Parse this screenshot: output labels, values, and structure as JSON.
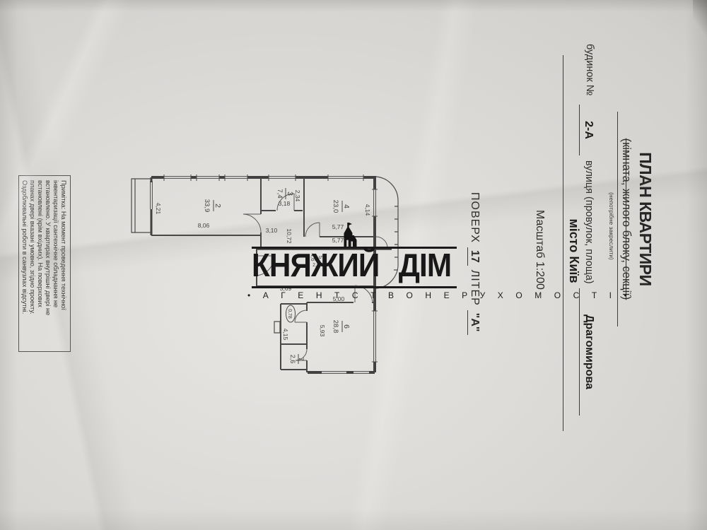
{
  "form": {
    "title": "ПЛАН КВАРТИРИ",
    "subtitle": "(кімната, жилого блоку, секції)",
    "subtitle_note": "(непотрібне закреслити)",
    "building_label": "будинок №",
    "building_value": "2-А",
    "street_label": "вулиця (провулок, площа)",
    "street_value": "Драгомирова",
    "city_value": "місто Київ",
    "scale_text": "Масштаб 1:200",
    "floor_label": "ПОВЕРХ",
    "floor_value": "17",
    "liter_label": "ЛІТЕР",
    "liter_value": "\"А\""
  },
  "watermark": {
    "brand": "КНЯЖИЙ ДІМ",
    "tagline": "• А Г Е Н Т С Т В О   Н Е Р У Х О М О С Т І •",
    "icon": "castle-icon",
    "color": "#1a1a1a"
  },
  "note": {
    "lines": [
      "Примітка: На момент проведення технічної",
      "інвентаризації сантехнічне обладнання не",
      "встановлено. У квартирах внутрішні двері не",
      "встановлені (крім вхідних). На поверхових",
      "планах двері вказані умовно, згідно проекту.",
      "Оздоблювальні роботи в санвузлах відсутні."
    ]
  },
  "floor_plan": {
    "rooms": [
      {
        "number": "2",
        "area": "33,9",
        "dim_width": "4,21",
        "dim_length": "8,06"
      },
      {
        "number": "3",
        "area": "7,4",
        "dim_width": "2,34",
        "dim_length": "3,18"
      },
      {
        "number": "4",
        "area": "23,0",
        "dim_width": "4,14",
        "dim_length": "5,77"
      },
      {
        "number": "5",
        "area": "4,6",
        "dim_width": "2,5"
      },
      {
        "number": "6",
        "area": "28,8",
        "dim_width": "5,00",
        "dim_length": "5,93"
      },
      {
        "number": "7",
        "area": "2,6"
      }
    ],
    "corridor": {
      "area": "10,72",
      "dim_width": "3,10",
      "dim_side": "5,77",
      "dim_hall": "3,69"
    },
    "closet": {
      "area": "0,78",
      "dim": "4,15"
    }
  }
}
